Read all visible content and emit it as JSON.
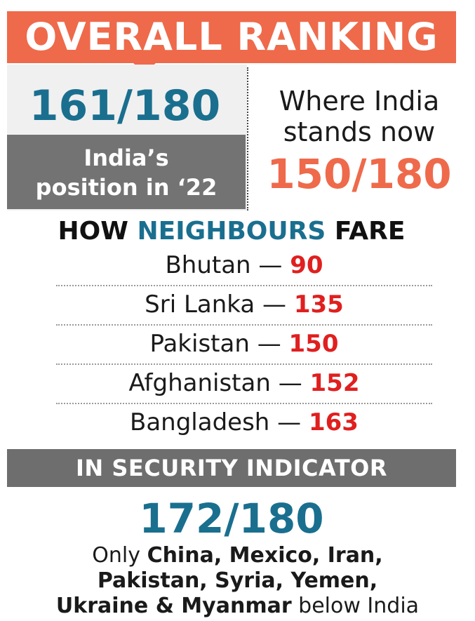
{
  "header": {
    "title": "OVERALL RANKING"
  },
  "india_2022": {
    "value": "161/180",
    "caption_line1": "India’s",
    "caption_line2": "position in ‘22"
  },
  "india_now": {
    "label_line1": "Where India",
    "label_line2": "stands now",
    "value": "150/180"
  },
  "neighbours": {
    "title_prefix": "HOW",
    "title_highlight": "NEIGHBOURS",
    "title_suffix": "FARE",
    "separator": "—",
    "items": [
      {
        "country": "Bhutan",
        "rank": "90"
      },
      {
        "country": "Sri Lanka",
        "rank": "135"
      },
      {
        "country": "Pakistan",
        "rank": "150"
      },
      {
        "country": "Afghanistan",
        "rank": "152"
      },
      {
        "country": "Bangladesh",
        "rank": "163"
      }
    ]
  },
  "security": {
    "title": "IN SECURITY INDICATOR",
    "value": "172/180",
    "note_prefix": "Only",
    "note_countries_line1": "China, Mexico, Iran,",
    "note_countries_line2": "Pakistan, Syria, Yemen,",
    "note_countries_line3": "Ukraine & Myanmar",
    "note_suffix": "below India"
  },
  "colors": {
    "accent_orange": "#ee6a4b",
    "accent_teal": "#1a6f8f",
    "rank_red": "#e01f1f",
    "band_gray": "#6e6e6e"
  }
}
